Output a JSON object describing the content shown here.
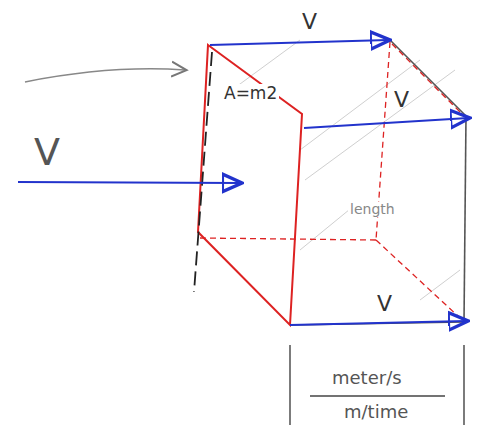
{
  "diagram": {
    "labels": [
      "V",
      "V",
      "A=m2",
      "V",
      "length",
      "V",
      "meter/s",
      "m/time"
    ]
  }
}
